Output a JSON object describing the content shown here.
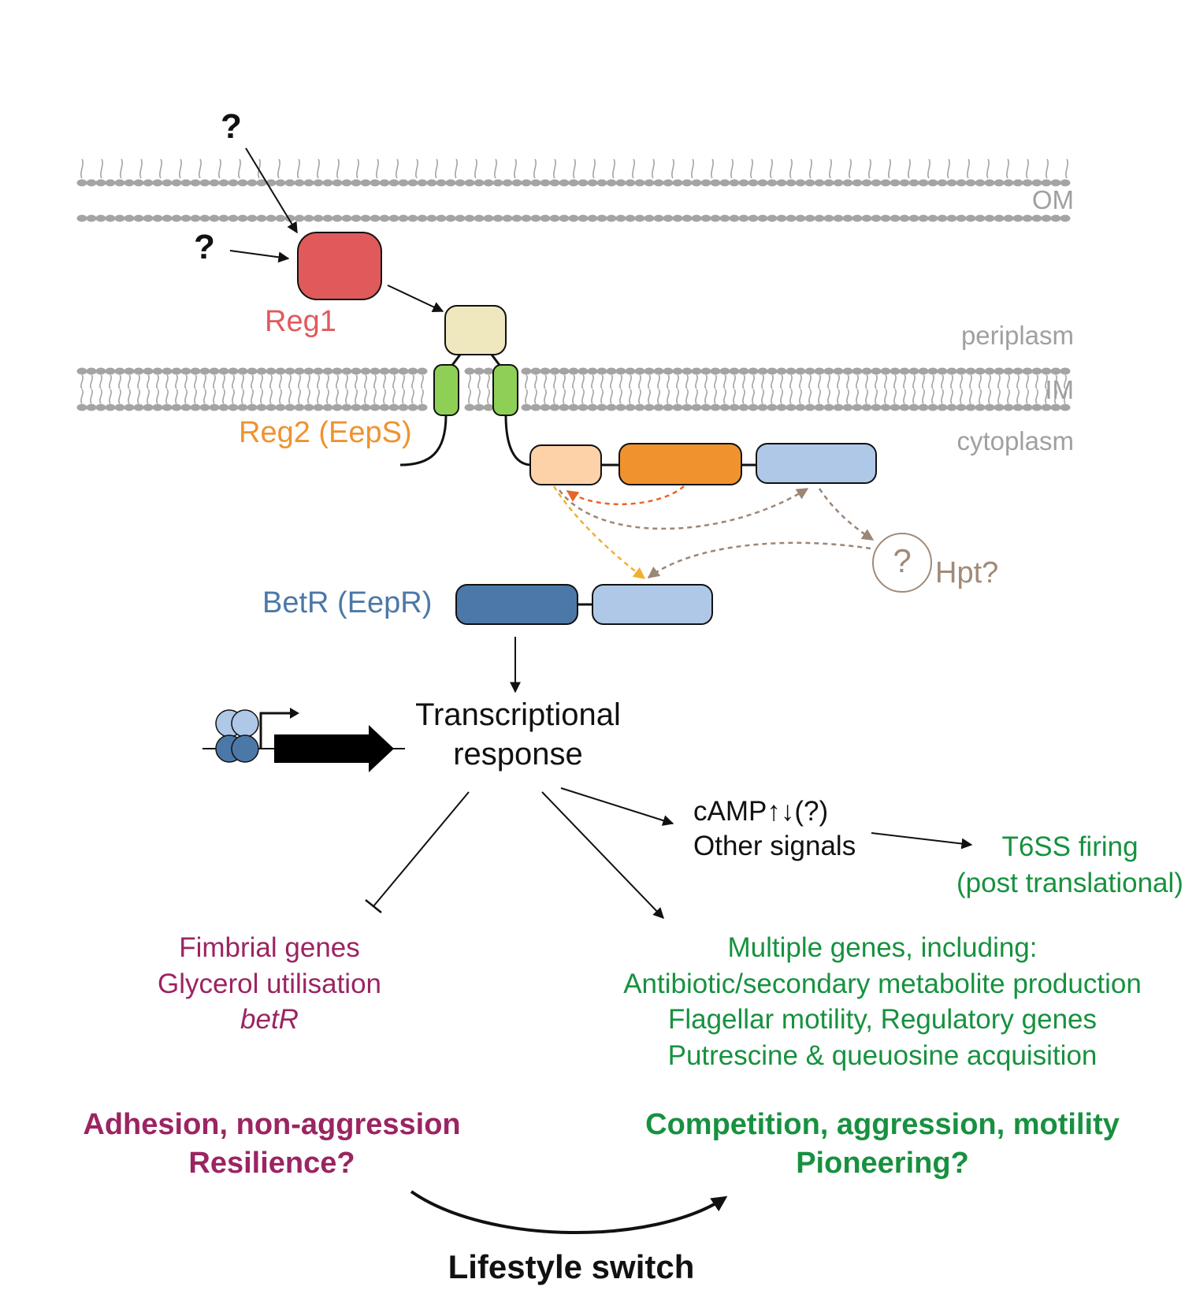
{
  "membranes": {
    "om_label": "OM",
    "periplasm_label": "periplasm",
    "im_label": "IM",
    "cytoplasm_label": "cytoplasm"
  },
  "signals": {
    "question_top": "?",
    "question_left": "?"
  },
  "proteins": {
    "reg1": "Reg1",
    "reg2": "Reg2 (EepS)",
    "betr": "BetR (EepR)",
    "hpt_symbol": "?",
    "hpt_label": "Hpt?"
  },
  "transcription": {
    "line1": "Transcriptional",
    "line2": "response"
  },
  "signals_box": {
    "line1": "cAMP↑↓(?)",
    "line2": "Other signals"
  },
  "t6ss": {
    "line1": "T6SS firing",
    "line2": "(post translational)"
  },
  "repressed": {
    "line1": "Fimbrial genes",
    "line2": "Glycerol utilisation",
    "line3": "betR"
  },
  "activated": {
    "line1": "Multiple genes, including:",
    "line2": "Antibiotic/secondary metabolite production",
    "line3": "Flagellar motility, Regulatory genes",
    "line4": "Putrescine & queuosine acquisition"
  },
  "phenotype_left": {
    "line1": "Adhesion, non-aggression",
    "line2": "Resilience?"
  },
  "phenotype_right": {
    "line1": "Competition, aggression, motility",
    "line2": "Pioneering?"
  },
  "switch_label": "Lifestyle switch",
  "colors": {
    "reg1": "#e05a5c",
    "reg2_text": "#f0922e",
    "betr_text": "#4c78a8",
    "green": "#17913f",
    "purple": "#9b2462",
    "membrane": "#9c9c9c",
    "hpt": "#a08a78"
  }
}
